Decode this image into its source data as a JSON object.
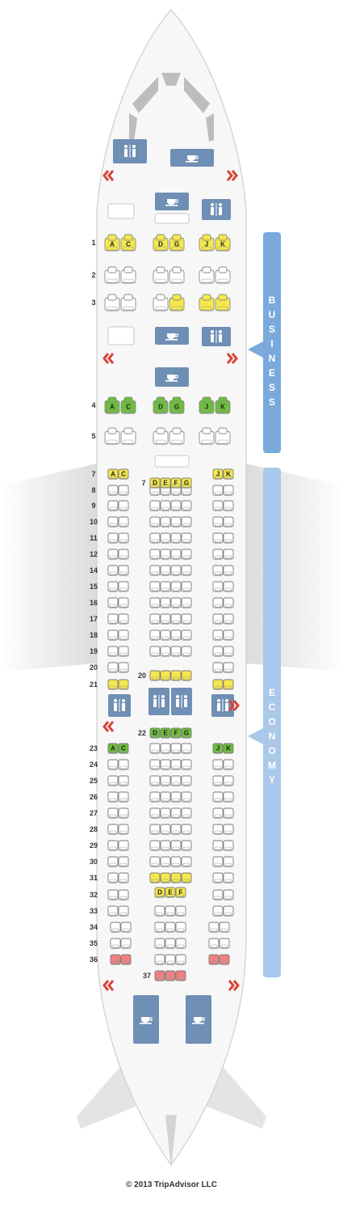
{
  "business": {
    "label_letters": [
      "B",
      "U",
      "S",
      "I",
      "N",
      "E",
      "S",
      "S"
    ],
    "rows": [
      {
        "number": "1",
        "left": [
          "A",
          "C"
        ],
        "center": [
          "D",
          "G"
        ],
        "right": [
          "J",
          "K"
        ]
      },
      {
        "number": "2",
        "left": [
          "",
          ""
        ],
        "center": [
          "",
          ""
        ],
        "right": [
          "",
          ""
        ]
      },
      {
        "number": "3",
        "left": [
          "",
          ""
        ],
        "center": [
          "",
          ""
        ],
        "right": [
          "",
          ""
        ]
      },
      {
        "number": "4",
        "left": [
          "A",
          "C"
        ],
        "center": [
          "D",
          "G"
        ],
        "right": [
          "J",
          "K"
        ]
      },
      {
        "number": "5",
        "left": [
          "",
          ""
        ],
        "center": [
          "",
          ""
        ],
        "right": [
          "",
          ""
        ]
      }
    ]
  },
  "economy": {
    "label_letters": [
      "E",
      "C",
      "O",
      "N",
      "O",
      "M",
      "Y"
    ],
    "row_numbers_left": [
      "7",
      "8",
      "9",
      "10",
      "11",
      "12",
      "14",
      "15",
      "16",
      "17",
      "18",
      "19",
      "20",
      "21",
      "23",
      "24",
      "25",
      "26",
      "27",
      "28",
      "29",
      "30",
      "31",
      "32",
      "33",
      "34",
      "35",
      "36"
    ],
    "center_row_labels": [
      "7",
      "20",
      "22",
      "37"
    ],
    "row7": {
      "left": [
        "A",
        "C"
      ],
      "center": [
        "D",
        "E",
        "F",
        "G"
      ],
      "right": [
        "J",
        "K"
      ]
    },
    "row22": {
      "center": [
        "D",
        "E",
        "F",
        "G"
      ]
    },
    "row23": {
      "left": [
        "A",
        "C"
      ],
      "right": [
        "J",
        "K"
      ]
    },
    "row32": {
      "center": [
        "D",
        "E",
        "F"
      ]
    }
  },
  "colors": {
    "yellow_seat": "#f5e84a",
    "green_seat": "#6cbf3a",
    "red_seat": "#f08080",
    "standard_seat": "#ffffff",
    "facility": "#6f8fb4",
    "exit_arrow": "#d9463a",
    "cabin_label_business": "#7aa9dc",
    "cabin_label_economy": "#a9c8ea"
  },
  "icons": [
    "lavatory-icon",
    "galley-cup-icon",
    "exit-arrow-icon"
  ],
  "copyright": "© 2013 TripAdvisor LLC"
}
